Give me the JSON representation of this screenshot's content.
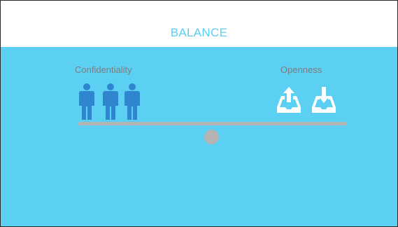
{
  "title": "BALANCE",
  "left_label": "Confidentiality",
  "right_label": "Openness",
  "icons": {
    "left": [
      "person-icon",
      "person-icon",
      "person-icon"
    ],
    "right": [
      "upload-tray-icon",
      "download-tray-icon"
    ]
  },
  "colors": {
    "title": "#5bcdf2",
    "stage_background": "#5bd0f3",
    "label_text": "#7d7d7d",
    "person": "#2f86cf",
    "tray": "#ffffff",
    "beam": "#b4b4b4",
    "pivot": "#b4b4b4"
  }
}
